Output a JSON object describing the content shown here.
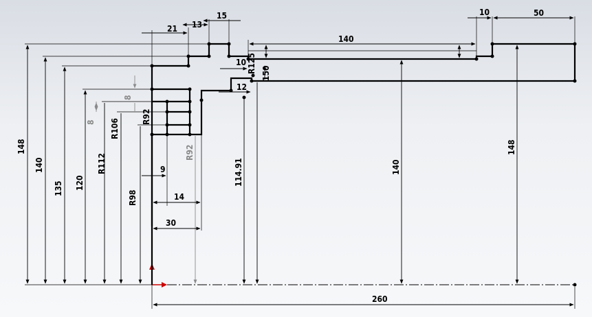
{
  "sketch": {
    "origin_axis_colors": {
      "y": "#cc0000",
      "x": "#cc0000"
    },
    "dimensions": {
      "d148_left": "148",
      "d140_left": "140",
      "d135": "135",
      "d120": "120",
      "r112": "R112",
      "r106": "R106",
      "r98": "R98",
      "r92": "R92",
      "r92_grey": "R92",
      "d8_a": "8",
      "d8_b": "8",
      "d21": "21",
      "d13": "13",
      "d15": "15",
      "d10_a": "10",
      "d10_top": "10",
      "r125": "R125",
      "d150": "150",
      "d12": "12",
      "d140_top": "140",
      "d50": "50",
      "d9": "9",
      "d14": "14",
      "d30": "30",
      "d114_91": "114.91",
      "d140_mid": "140",
      "d148_right": "148",
      "d260": "260"
    }
  }
}
